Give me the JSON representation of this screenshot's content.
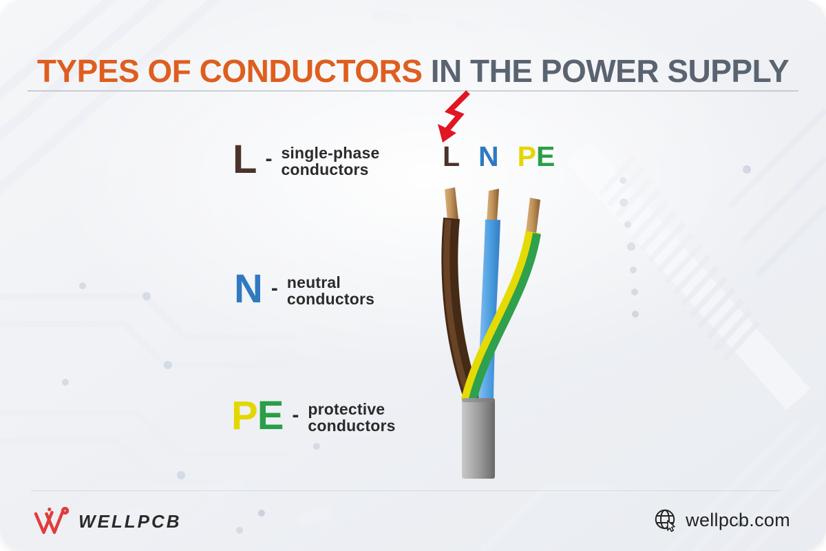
{
  "title": {
    "highlight": "TYPES OF CONDUCTORS",
    "rest": " IN THE POWER SUPPLY"
  },
  "legend": [
    {
      "symbol": "L",
      "dash": "-",
      "line1": "single-phase",
      "line2": "conductors"
    },
    {
      "symbol": "N",
      "dash": "-",
      "line1": "neutral",
      "line2": "conductors"
    },
    {
      "symbol_p": "P",
      "symbol_e": "E",
      "dash": "-",
      "line1": "protective",
      "line2": "conductors"
    }
  ],
  "wire_labels": {
    "l": "L",
    "n": "N",
    "p": "P",
    "e": "E"
  },
  "footer": {
    "brand": "WELLPCB",
    "website": "wellpcb.com"
  },
  "colors": {
    "accent_orange": "#DE5E1F",
    "title_gray": "#5A6471",
    "brown": "#4A332A",
    "blue": "#2F79C1",
    "yellow": "#E4D700",
    "green": "#2A9E48",
    "lightning_red": "#E11622",
    "logo_red": "#E23B3B",
    "sheath_gray": "#8F8F8F"
  },
  "icons": {
    "lightning": "lightning-arrow-icon",
    "globe": "globe-cursor-icon",
    "logo": "wellpcb-w-mark"
  }
}
